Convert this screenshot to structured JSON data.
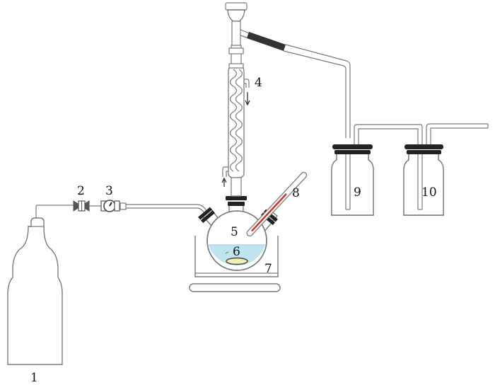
{
  "labels": {
    "gas_cylinder": "1",
    "valve": "2",
    "gauge": "3",
    "condenser": "4",
    "flask": "5",
    "stir_bar": "6",
    "bath": "7",
    "thermometer": "8",
    "trap_one": "9",
    "trap_two": "10"
  },
  "colors": {
    "outline": "#7a7a7a",
    "liquid": "#bfe3ef",
    "stopper": "#222222",
    "thermometer_mercury": "#d0342c",
    "hose": "#333333",
    "stir_bar": "#f3edb8"
  }
}
